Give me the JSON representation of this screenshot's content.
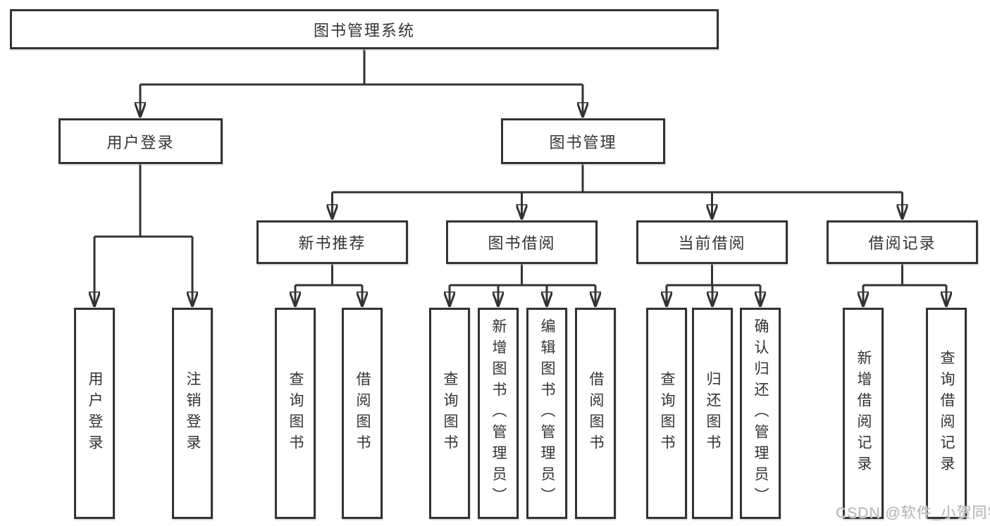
{
  "diagram": {
    "title": "图书管理系统",
    "nodes": {
      "root": "图书管理系统",
      "branches": [
        "用户登录",
        "图书管理"
      ],
      "modules": [
        "新书推荐",
        "图书借阅",
        "当前借阅",
        "借阅记录"
      ],
      "leaves_user": [
        "用户登录",
        "注销登录"
      ],
      "leaves_newbook": [
        "查询图书",
        "借阅图书"
      ],
      "leaves_borrow": [
        "查询图书",
        "新增图书（管理员）",
        "编辑图书（管理员）",
        "借阅图书"
      ],
      "leaves_current": [
        "查询图书",
        "归还图书",
        "确认归还（管理员）"
      ],
      "leaves_record": [
        "新增借阅记录",
        "查询借阅记录"
      ]
    },
    "colors": {
      "line": "#333333",
      "text": "#333333",
      "background": "#ffffff",
      "watermark": "#b5b5b5"
    }
  },
  "watermark": {
    "text": "CSDN @软件_小贺同学"
  }
}
